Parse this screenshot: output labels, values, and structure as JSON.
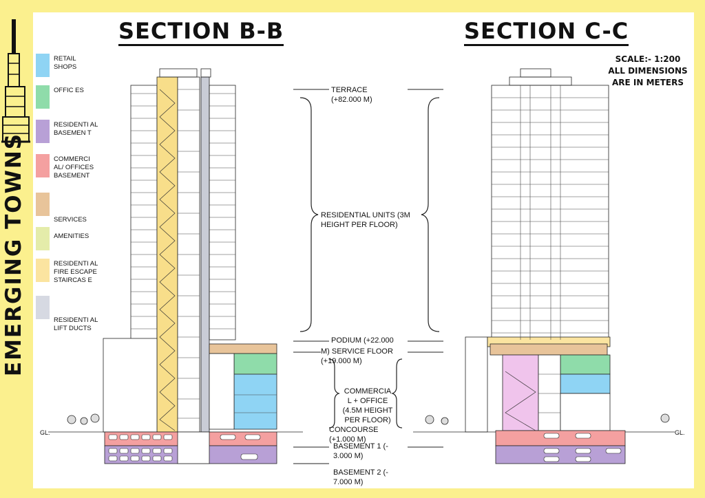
{
  "brand": {
    "text": "EMERGING TOWNS"
  },
  "titles": {
    "section_b": "SECTION B-B",
    "section_c": "SECTION C-C"
  },
  "scale": {
    "line1": "SCALE:-  1:200",
    "line2": "ALL DIMENSIONS",
    "line3": "ARE IN METERS"
  },
  "legend": [
    {
      "label": "RETAIL SHOPS",
      "color": "#8fd4f4"
    },
    {
      "label": "OFFIC ES",
      "color": "#8fdcaa"
    },
    {
      "label": "RESIDENTI AL BASEMEN T",
      "color": "#b8a0d6"
    },
    {
      "label": "COMMERCI AL/ OFFICES BASEMENT",
      "color": "#f4a0a0"
    },
    {
      "label": "SERVICES",
      "color": "#e8c49a"
    },
    {
      "label": "AMENITIES",
      "color": "#e4ecaa"
    },
    {
      "label": "RESIDENTI AL FIRE ESCAPE STAIRCAS E",
      "color": "#fbe4a0"
    },
    {
      "label": "RESIDENTI AL LIFT DUCTS",
      "color": "#d6d9e2"
    }
  ],
  "annotations": {
    "terrace": "TERRACE (+82.000 M)",
    "residential": "RESIDENTIAL UNITS (3M HEIGHT PER FLOOR)",
    "podium": "PODIUM (+22.000",
    "service": "M)  SERVICE FLOOR (+19.000 M)",
    "commercial": "COMMERCIA L + OFFICE (4.5M HEIGHT PER FLOOR)",
    "concourse": "CONCOURSE (+1.000 M)",
    "basement1": "BASEMENT 1 (- 3.000 M)",
    "basement2": "BASEMENT 2 (- 7.000 M)"
  },
  "ground_labels": {
    "left": "GL.",
    "right": "GL."
  },
  "colors": {
    "frame": "#fbf08e",
    "stair": "#f8de8a",
    "lift": "#c9ccd6",
    "retail": "#8fd4f4",
    "office": "#8fdcaa",
    "service": "#e8c49a",
    "commercial_basement": "#f4a0a0",
    "residential_basement": "#b8a0d6",
    "amenities": "#e4ecaa",
    "pink": "#f0c4ec"
  }
}
